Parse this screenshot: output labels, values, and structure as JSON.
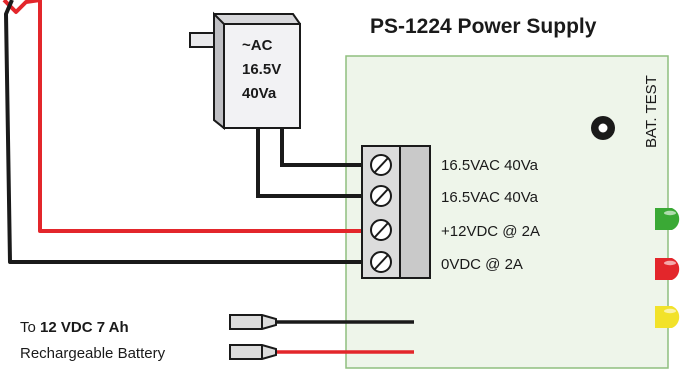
{
  "title": "PS-1224 Power Supply",
  "transformer": {
    "line1": "~AC",
    "line2": "16.5V",
    "line3": "40Va"
  },
  "bat_test_label": "BAT. TEST",
  "terminals": [
    {
      "label": "16.5VAC 40Va"
    },
    {
      "label": "16.5VAC 40Va"
    },
    {
      "label": "+12VDC @ 2A"
    },
    {
      "label": "0VDC @ 2A"
    }
  ],
  "battery_note": {
    "prefix": "To ",
    "bold": "12 VDC 7 Ah",
    "line2": "Rechargeable Battery"
  },
  "colors": {
    "wire_red": "#e3262b",
    "wire_black": "#1a1a1a",
    "board_fill": "#eef5ea",
    "board_stroke": "#8fbf7f",
    "led_green": "#3aa935",
    "led_red": "#e3262b",
    "led_yellow": "#f2e22a",
    "transformer_fill": "#e9e9eb",
    "terminal_fill": "#dcdcdc"
  }
}
